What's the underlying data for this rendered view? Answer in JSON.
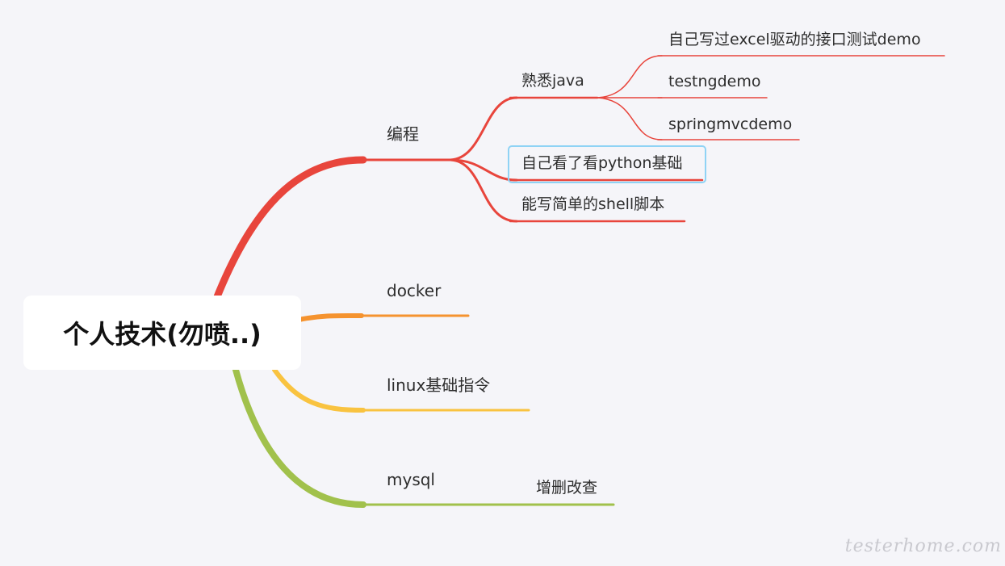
{
  "mindmap": {
    "root": "个人技术(勿喷..)",
    "branches": {
      "programming": {
        "label": "编程",
        "color": "#e8453c",
        "children": {
          "java": {
            "label": "熟悉java",
            "children": [
              "自己写过excel驱动的接口测试demo",
              "testngdemo",
              "springmvcdemo"
            ]
          },
          "python": "自己看了看python基础",
          "shell": "能写简单的shell脚本"
        }
      },
      "docker": {
        "label": "docker",
        "color": "#f5932f"
      },
      "linux": {
        "label": "linux基础指令",
        "color": "#f9c340"
      },
      "mysql": {
        "label": "mysql",
        "color": "#a1c14c",
        "children": [
          "增删改查"
        ]
      }
    },
    "selected_node": "python",
    "selection_color": "#8fd3f5"
  },
  "watermark": "testerhome.com"
}
